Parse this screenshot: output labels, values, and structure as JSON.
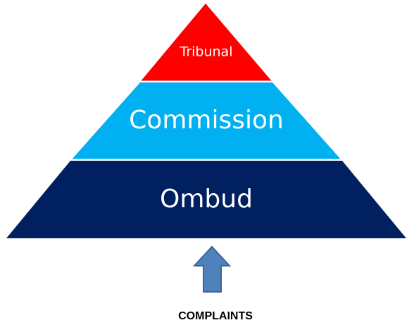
{
  "pyramid": {
    "top_tier": {
      "label": "Tribunal",
      "color": "#ff0000"
    },
    "middle_tier": {
      "label": "Commission",
      "color": "#00b0f0"
    },
    "bottom_tier": {
      "label": "Ombud",
      "color": "#002060"
    }
  },
  "arrow": {
    "icon": "up-arrow-icon",
    "color": "#4f81bd",
    "outline": "#3a6496"
  },
  "caption": "COMPLAINTS"
}
